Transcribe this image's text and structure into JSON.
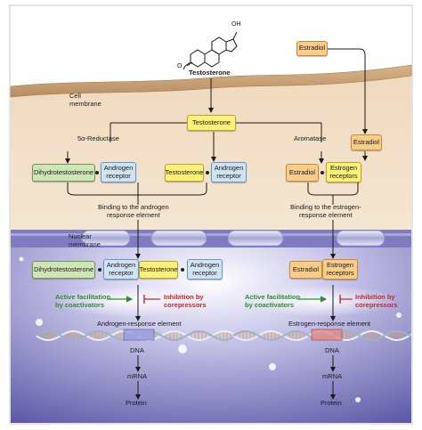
{
  "hormone_label": "Testosterone",
  "hydroxyl_label": "OH",
  "ketone_label": "O",
  "estradiol_top": "Estradiol",
  "cell_membrane": "Cell\nmembrane",
  "testosterone_center": "Testosterone",
  "reductase": "5α-Reductase",
  "aromatase": "Aromatase",
  "estradiol_mid": "Estradiol",
  "row1": {
    "dht": "Dihydrotestosterone",
    "ar1": "Androgen\nreceptor",
    "testosterone": "Testosterone",
    "ar2": "Androgen\nreceptor",
    "estradiol": "Estradiol",
    "er": "Estrogen\nreceptors"
  },
  "binding_androgen": "Binding to the androgen\nresponse element",
  "binding_estrogen": "Binding to the estrogen-\nresponse element",
  "nuclear_membrane": "Nuclear\nmembrane",
  "row2": {
    "dht": "Dihydrotestosterone",
    "ar1": "Androgen\nreceptor",
    "testosterone": "Testosterone",
    "ar2": "Androgen\nreceptor",
    "estradiol": "Estradiol",
    "er": "Estrogen\nreceptors"
  },
  "left": {
    "facilitation": "Active facilitation\nby coactivators",
    "inhibition": "Inhibition by\ncorepressors",
    "element": "Androgen-response element",
    "dna": "DNA",
    "mrna": "mRNA",
    "protein": "Protein"
  },
  "right": {
    "facilitation": "Active facilitation\nby coactivators",
    "inhibition": "Inhibition by\ncorepressors",
    "element": "Estrogen-response element",
    "dna": "DNA",
    "mrna": "mRNA",
    "protein": "Protein"
  },
  "colors": {
    "green_arrow": "#2e8b2e",
    "red_inhibit": "#c0292c",
    "cytoplasm": "#f2dcc0",
    "nucleus": "#8a86c4"
  }
}
